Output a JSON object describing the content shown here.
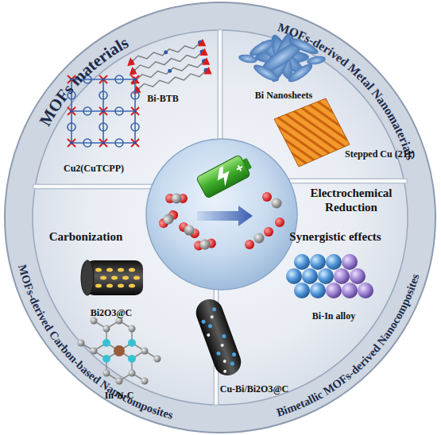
{
  "diagram": {
    "nodes": [
      {
        "text": [
          "MOFs materials"
        ]
      },
      {
        "text": [
          "MOFs-derived Metal Nanomaterials"
        ]
      },
      {
        "text": [
          "MOFs-derived Carbon-based Nanocomposites"
        ]
      },
      {
        "text": [
          "Bimetallic MOFs-derived Nanocomposites"
        ]
      }
    ],
    "labels": [
      "Bi-BTB",
      "Cu2(CuTCPP)",
      "Bi Nanosheets",
      "Stepped Cu (211)",
      "Electrochemical Reduction",
      "Carbonization",
      "Bi2O3@C",
      "In-N-C",
      "Synergistic effects",
      "Bi-In alloy",
      "Cu-Bi/Bi2O3@C"
    ]
  }
}
